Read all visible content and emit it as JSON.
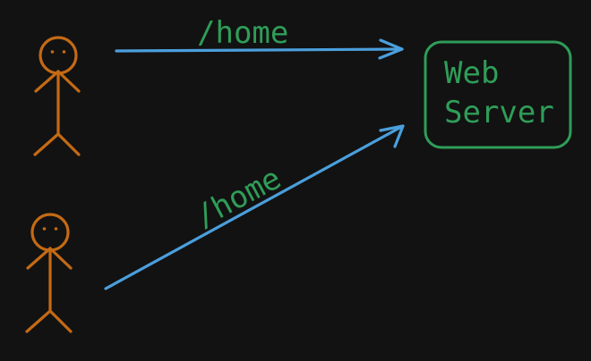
{
  "diagram": {
    "edge_labels": [
      "/home",
      "/home"
    ],
    "server": {
      "line1": "Web",
      "line2": "Server"
    },
    "actors": [
      "user-icon",
      "user-icon"
    ]
  },
  "colors": {
    "background": "#121212",
    "stick_figure": "#c46a14",
    "arrow": "#4b9fdc",
    "label_green": "#2f9d58",
    "server_border": "#2f9d58"
  }
}
